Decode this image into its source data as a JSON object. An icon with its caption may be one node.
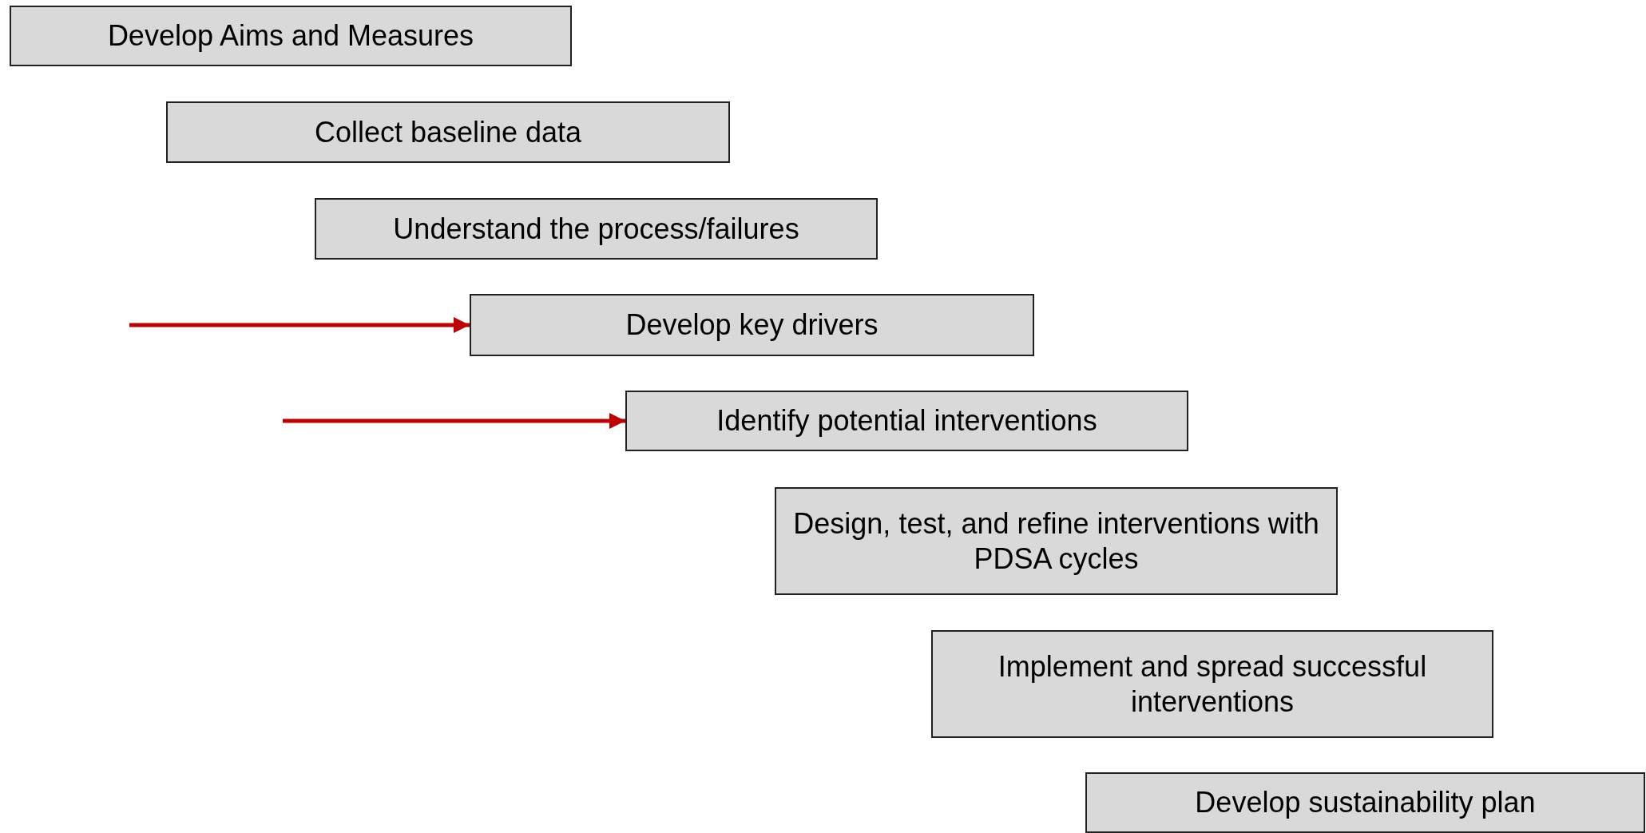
{
  "diagram": {
    "nodes": [
      {
        "text": [
          "Develop Aims and Measures"
        ]
      },
      {
        "text": [
          "Collect baseline data"
        ]
      },
      {
        "text": [
          "Understand the process/failures"
        ]
      },
      {
        "text": [
          "Develop key drivers"
        ]
      },
      {
        "text": [
          "Identify potential interventions"
        ]
      },
      {
        "text": [
          "Design, test, and refine interventions with PDSA cycles"
        ]
      },
      {
        "text": [
          "Implement and spread successful interventions"
        ]
      },
      {
        "text": [
          "Develop sustainability plan"
        ]
      }
    ],
    "edges": [
      {
        "from": null,
        "to": 3,
        "arrow": "to",
        "color": "#c00000"
      },
      {
        "from": null,
        "to": 4,
        "arrow": "to",
        "color": "#c00000"
      }
    ]
  }
}
